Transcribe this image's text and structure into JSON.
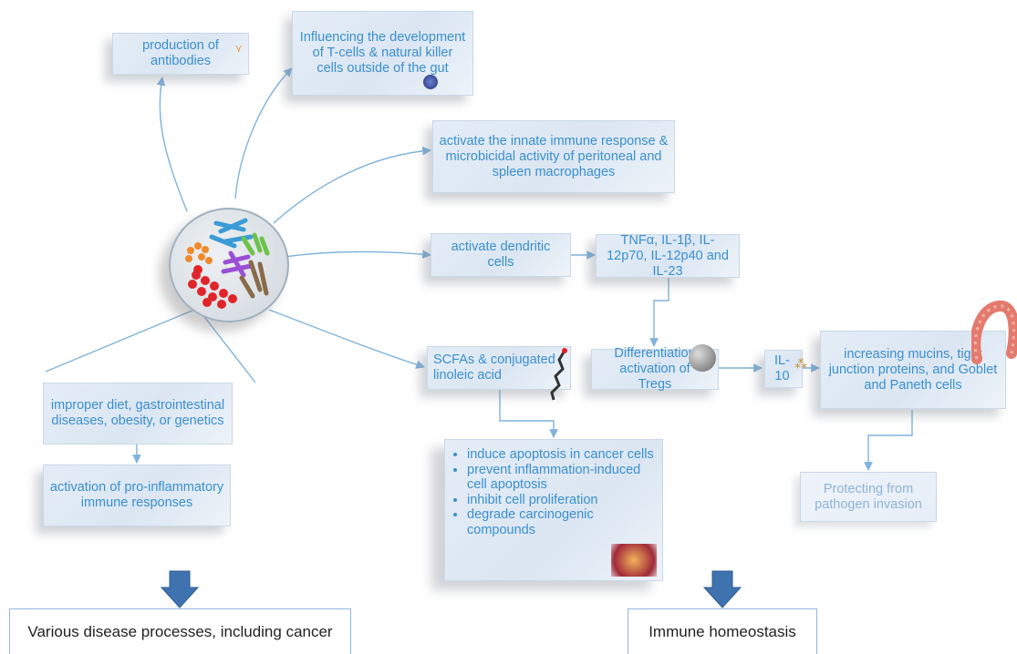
{
  "boxes": {
    "antibodies": "production of antibodies",
    "tcells": "Influencing the development of T-cells & natural killer cells outside of the gut",
    "innate": "activate the innate immune response & microbicidal activity of peritoneal and spleen macrophages",
    "dendritic": "activate dendritic cells",
    "cytokines": "TNFα, IL-1β, IL-12p70, IL-12p40 and IL-23",
    "scfa": "SCFAs & conjugated linoleic acid",
    "tregs": "Differentiation activation of Tregs",
    "il10": "IL-10",
    "mucins": "increasing mucins, tight junction proteins, and Goblet and Paneth cells",
    "protecting": "Protecting  from pathogen invasion",
    "diet": "improper diet, gastrointestinal diseases, obesity, or genetics",
    "proinflammatory": "activation of pro-inflammatory immune responses",
    "disease": "Various disease processes, including cancer",
    "homeostasis": "Immune homeostasis"
  },
  "effects": [
    "induce apoptosis in cancer cells",
    "prevent inflammation-induced cell apoptosis",
    "inhibit cell proliferation",
    "degrade carcinogenic compounds"
  ],
  "colors": {
    "text": "#3a8fcf",
    "line": "#7fb3dc",
    "arrow": "#3f73b0"
  }
}
